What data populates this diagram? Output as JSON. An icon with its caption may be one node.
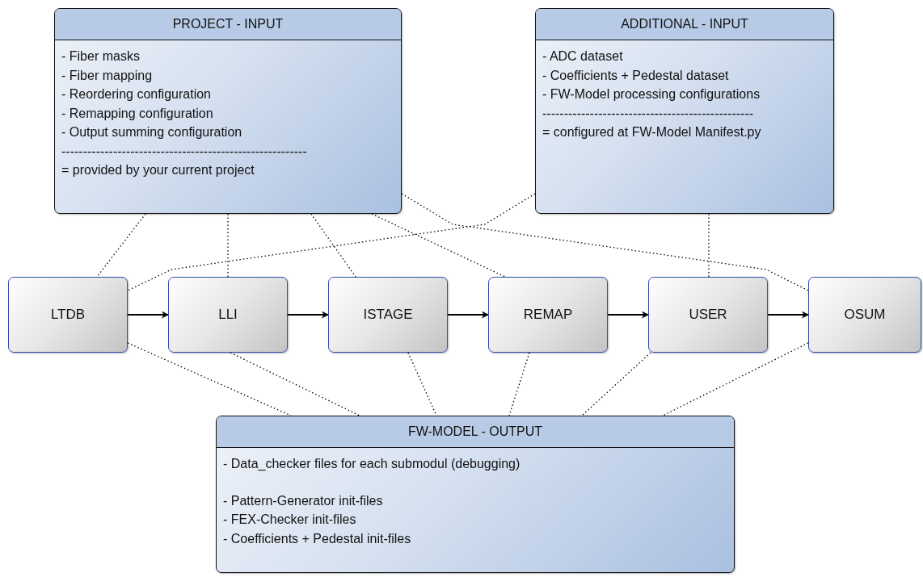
{
  "diagram": {
    "nodes": [
      {
        "text": [
          "PROJECT - INPUT",
          "- Fiber masks",
          "- Fiber mapping",
          "- Reordering configuration",
          "- Remapping configuration",
          "- Output summing configuration",
          "---------------------------------------------------------",
          "= provided by your current project"
        ]
      },
      {
        "text": [
          "ADDITIONAL - INPUT",
          "- ADC dataset",
          "- Coefficients + Pedestal dataset",
          "- FW-Model processing configurations",
          "-------------------------------------------------",
          "= configured at FW-Model Manifest.py"
        ]
      },
      {
        "text": [
          "FW-MODEL - OUTPUT",
          "- Data_checker files for each submodul (debugging)",
          "- Pattern-Generator init-files",
          "- FEX-Checker init-files",
          "- Coefficients + Pedestal init-files"
        ]
      },
      {
        "text": [
          "LTDB"
        ]
      },
      {
        "text": [
          "LLI"
        ]
      },
      {
        "text": [
          "ISTAGE"
        ]
      },
      {
        "text": [
          "REMAP"
        ]
      },
      {
        "text": [
          "USER"
        ]
      },
      {
        "text": [
          "OSUM"
        ]
      }
    ],
    "edges": [
      {
        "from": 3,
        "to": 4,
        "arrow": "to"
      },
      {
        "from": 4,
        "to": 5,
        "arrow": "to"
      },
      {
        "from": 5,
        "to": 6,
        "arrow": "to"
      },
      {
        "from": 6,
        "to": 7,
        "arrow": "to"
      },
      {
        "from": 7,
        "to": 8,
        "arrow": "to"
      },
      {
        "from": 0,
        "to": 3,
        "arrow": "none",
        "style": "dashed"
      },
      {
        "from": 0,
        "to": 4,
        "arrow": "none",
        "style": "dashed"
      },
      {
        "from": 0,
        "to": 5,
        "arrow": "none",
        "style": "dashed"
      },
      {
        "from": 0,
        "to": 6,
        "arrow": "none",
        "style": "dashed"
      },
      {
        "from": 0,
        "to": 8,
        "arrow": "none",
        "style": "dashed"
      },
      {
        "from": 1,
        "to": 3,
        "arrow": "none",
        "style": "dashed"
      },
      {
        "from": 1,
        "to": 7,
        "arrow": "none",
        "style": "dashed"
      },
      {
        "from": 3,
        "to": 2,
        "arrow": "none",
        "style": "dashed"
      },
      {
        "from": 4,
        "to": 2,
        "arrow": "none",
        "style": "dashed"
      },
      {
        "from": 5,
        "to": 2,
        "arrow": "none",
        "style": "dashed"
      },
      {
        "from": 6,
        "to": 2,
        "arrow": "none",
        "style": "dashed"
      },
      {
        "from": 7,
        "to": 2,
        "arrow": "none",
        "style": "dashed"
      },
      {
        "from": 8,
        "to": 2,
        "arrow": "none",
        "style": "dashed"
      }
    ]
  }
}
